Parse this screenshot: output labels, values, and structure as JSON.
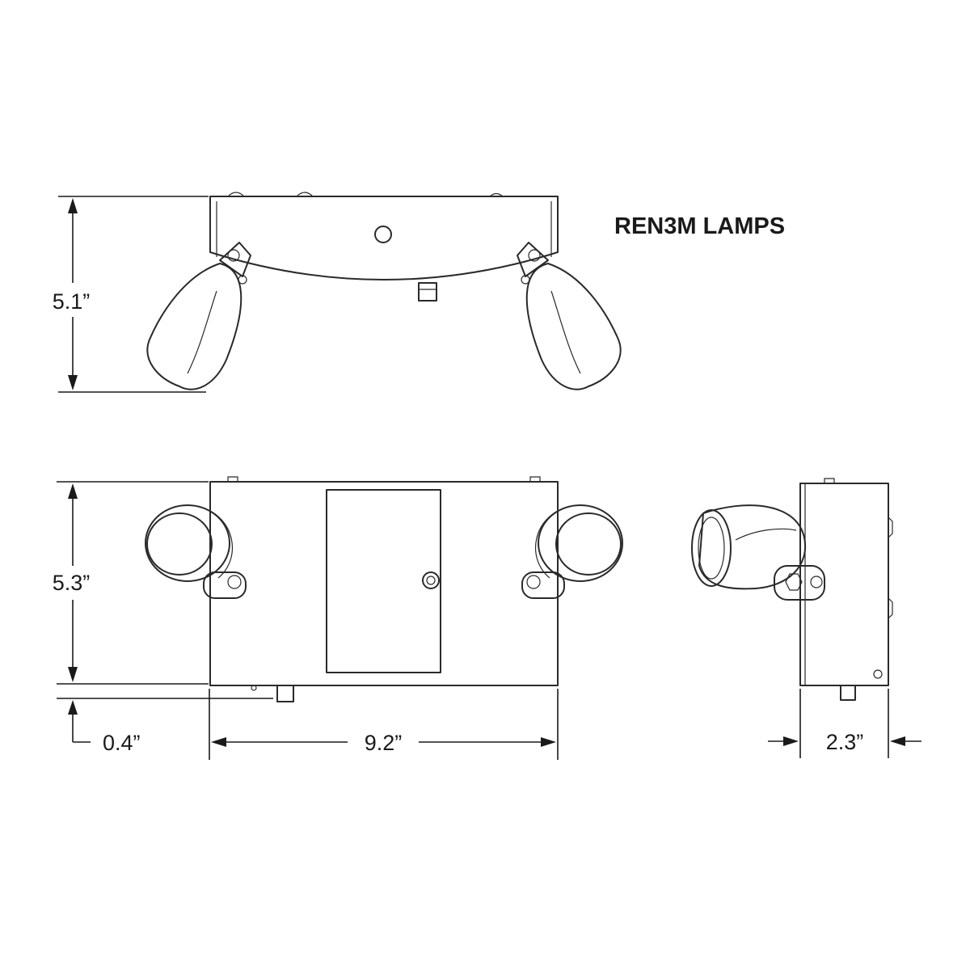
{
  "title": "REN3M LAMPS",
  "dimensions": {
    "top_height": "5.1”",
    "front_height": "5.3”",
    "offset": "0.4”",
    "width": "9.2”",
    "depth": "2.3”"
  },
  "colors": {
    "line": "#2a2a2a",
    "background": "#ffffff"
  }
}
